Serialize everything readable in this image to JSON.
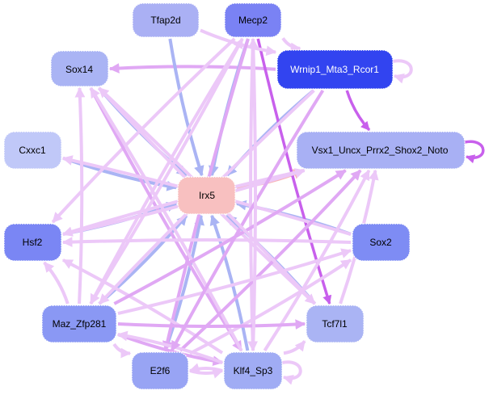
{
  "title": "Gene regulatory network",
  "colors": {
    "background": "#ffffff",
    "edge_light_pink": "#ecc8f8",
    "edge_pink": "#e0a8f4",
    "edge_magenta": "#c860ec",
    "edge_blue": "#aab4f4",
    "edge_salmon": "#f8b4b4"
  },
  "nodes": [
    {
      "id": "Tfap2d",
      "label": "Tfap2d",
      "fill": "#aab0f4",
      "text_color": "#000000"
    },
    {
      "id": "Mecp2",
      "label": "Mecp2",
      "fill": "#7a82f4",
      "text_color": "#000000"
    },
    {
      "id": "Wrnip1_Mta3_Rcor1",
      "label": "Wrnip1_Mta3_Rcor1",
      "fill": "#3244f0",
      "text_color": "#ffffff"
    },
    {
      "id": "Sox14",
      "label": "Sox14",
      "fill": "#aab4f4",
      "text_color": "#000000"
    },
    {
      "id": "Vsx1_Uncx_Prrx2_Shox2_Noto",
      "label": "Vsx1_Uncx_Prrx2_Shox2_Noto",
      "fill": "#a8b0f4",
      "text_color": "#000000"
    },
    {
      "id": "Cxxc1",
      "label": "Cxxc1",
      "fill": "#c0c8f8",
      "text_color": "#000000"
    },
    {
      "id": "Irx5",
      "label": "Irx5",
      "fill": "#f8c0c0",
      "text_color": "#000000"
    },
    {
      "id": "Hsf2",
      "label": "Hsf2",
      "fill": "#7a86f4",
      "text_color": "#000000"
    },
    {
      "id": "Sox2",
      "label": "Sox2",
      "fill": "#7e8cf4",
      "text_color": "#000000"
    },
    {
      "id": "Maz_Zfp281",
      "label": "Maz_Zfp281",
      "fill": "#8a98f4",
      "text_color": "#000000"
    },
    {
      "id": "Tcf7l1",
      "label": "Tcf7l1",
      "fill": "#aab4f4",
      "text_color": "#000000"
    },
    {
      "id": "E2f6",
      "label": "E2f6",
      "fill": "#98a4f4",
      "text_color": "#000000"
    },
    {
      "id": "Klf4_Sp3",
      "label": "Klf4_Sp3",
      "fill": "#a0acf4",
      "text_color": "#000000"
    }
  ],
  "edges": [
    {
      "from": "Wrnip1_Mta3_Rcor1",
      "to": "Sox14",
      "color": "edge_pink"
    },
    {
      "from": "Wrnip1_Mta3_Rcor1",
      "to": "Vsx1_Uncx_Prrx2_Shox2_Noto",
      "color": "edge_magenta"
    },
    {
      "from": "Wrnip1_Mta3_Rcor1",
      "to": "Wrnip1_Mta3_Rcor1",
      "color": "edge_light_pink",
      "self": true
    },
    {
      "from": "Vsx1_Uncx_Prrx2_Shox2_Noto",
      "to": "Vsx1_Uncx_Prrx2_Shox2_Noto",
      "color": "edge_magenta",
      "self": true
    },
    {
      "from": "Klf4_Sp3",
      "to": "Klf4_Sp3",
      "color": "edge_light_pink",
      "self": true
    },
    {
      "from": "Irx5",
      "to": "Vsx1_Uncx_Prrx2_Shox2_Noto",
      "color": "edge_salmon"
    },
    {
      "from": "Tfap2d",
      "to": "Irx5",
      "color": "edge_blue"
    },
    {
      "from": "Mecp2",
      "to": "Irx5",
      "color": "edge_blue"
    },
    {
      "from": "Sox14",
      "to": "Irx5",
      "color": "edge_blue"
    },
    {
      "from": "Cxxc1",
      "to": "Irx5",
      "color": "edge_blue"
    },
    {
      "from": "Hsf2",
      "to": "Irx5",
      "color": "edge_blue"
    },
    {
      "from": "Sox2",
      "to": "Irx5",
      "color": "edge_blue"
    },
    {
      "from": "Maz_Zfp281",
      "to": "Irx5",
      "color": "edge_blue"
    },
    {
      "from": "E2f6",
      "to": "Irx5",
      "color": "edge_blue"
    },
    {
      "from": "Klf4_Sp3",
      "to": "Irx5",
      "color": "edge_blue"
    },
    {
      "from": "Tcf7l1",
      "to": "Irx5",
      "color": "edge_blue"
    },
    {
      "from": "Wrnip1_Mta3_Rcor1",
      "to": "Irx5",
      "color": "edge_blue"
    },
    {
      "from": "Mecp2",
      "to": "Tcf7l1",
      "color": "edge_magenta"
    },
    {
      "from": "Mecp2",
      "to": "Wrnip1_Mta3_Rcor1",
      "color": "edge_light_pink"
    },
    {
      "from": "Tfap2d",
      "to": "Wrnip1_Mta3_Rcor1",
      "color": "edge_light_pink"
    },
    {
      "from": "Mecp2",
      "to": "Hsf2",
      "color": "edge_light_pink"
    },
    {
      "from": "Mecp2",
      "to": "Maz_Zfp281",
      "color": "edge_light_pink"
    },
    {
      "from": "Mecp2",
      "to": "E2f6",
      "color": "edge_pink"
    },
    {
      "from": "Mecp2",
      "to": "Klf4_Sp3",
      "color": "edge_light_pink"
    },
    {
      "from": "Sox14",
      "to": "Klf4_Sp3",
      "color": "edge_pink"
    },
    {
      "from": "Sox14",
      "to": "Tcf7l1",
      "color": "edge_light_pink"
    },
    {
      "from": "Maz_Zfp281",
      "to": "Sox14",
      "color": "edge_light_pink"
    },
    {
      "from": "Klf4_Sp3",
      "to": "Sox14",
      "color": "edge_light_pink"
    },
    {
      "from": "Sox2",
      "to": "Cxxc1",
      "color": "edge_light_pink"
    },
    {
      "from": "Klf4_Sp3",
      "to": "Hsf2",
      "color": "edge_light_pink"
    },
    {
      "from": "Sox2",
      "to": "Hsf2",
      "color": "edge_light_pink"
    },
    {
      "from": "Vsx1_Uncx_Prrx2_Shox2_Noto",
      "to": "Hsf2",
      "color": "edge_light_pink"
    },
    {
      "from": "Maz_Zfp281",
      "to": "Hsf2",
      "color": "edge_light_pink"
    },
    {
      "from": "Maz_Zfp281",
      "to": "Vsx1_Uncx_Prrx2_Shox2_Noto",
      "color": "edge_pink"
    },
    {
      "from": "E2f6",
      "to": "Vsx1_Uncx_Prrx2_Shox2_Noto",
      "color": "edge_pink"
    },
    {
      "from": "Klf4_Sp3",
      "to": "Vsx1_Uncx_Prrx2_Shox2_Noto",
      "color": "edge_light_pink"
    },
    {
      "from": "Tcf7l1",
      "to": "Vsx1_Uncx_Prrx2_Shox2_Noto",
      "color": "edge_light_pink"
    },
    {
      "from": "Hsf2",
      "to": "Vsx1_Uncx_Prrx2_Shox2_Noto",
      "color": "edge_light_pink"
    },
    {
      "from": "Maz_Zfp281",
      "to": "Sox2",
      "color": "edge_light_pink"
    },
    {
      "from": "E2f6",
      "to": "Sox2",
      "color": "edge_light_pink"
    },
    {
      "from": "Maz_Zfp281",
      "to": "Tcf7l1",
      "color": "edge_pink"
    },
    {
      "from": "Maz_Zfp281",
      "to": "Klf4_Sp3",
      "color": "edge_pink"
    },
    {
      "from": "Klf4_Sp3",
      "to": "Maz_Zfp281",
      "color": "edge_light_pink"
    },
    {
      "from": "E2f6",
      "to": "Klf4_Sp3",
      "color": "edge_light_pink"
    },
    {
      "from": "Klf4_Sp3",
      "to": "E2f6",
      "color": "edge_light_pink"
    },
    {
      "from": "Maz_Zfp281",
      "to": "E2f6",
      "color": "edge_light_pink"
    },
    {
      "from": "Klf4_Sp3",
      "to": "Tcf7l1",
      "color": "edge_light_pink"
    },
    {
      "from": "Wrnip1_Mta3_Rcor1",
      "to": "Maz_Zfp281",
      "color": "edge_light_pink"
    },
    {
      "from": "Wrnip1_Mta3_Rcor1",
      "to": "E2f6",
      "color": "edge_pink"
    },
    {
      "from": "Tcf7l1",
      "to": "Sox14",
      "color": "edge_light_pink"
    },
    {
      "from": "Maz_Zfp281",
      "to": "Mecp2",
      "color": "edge_light_pink"
    },
    {
      "from": "Klf4_Sp3",
      "to": "Mecp2",
      "color": "edge_light_pink"
    }
  ]
}
